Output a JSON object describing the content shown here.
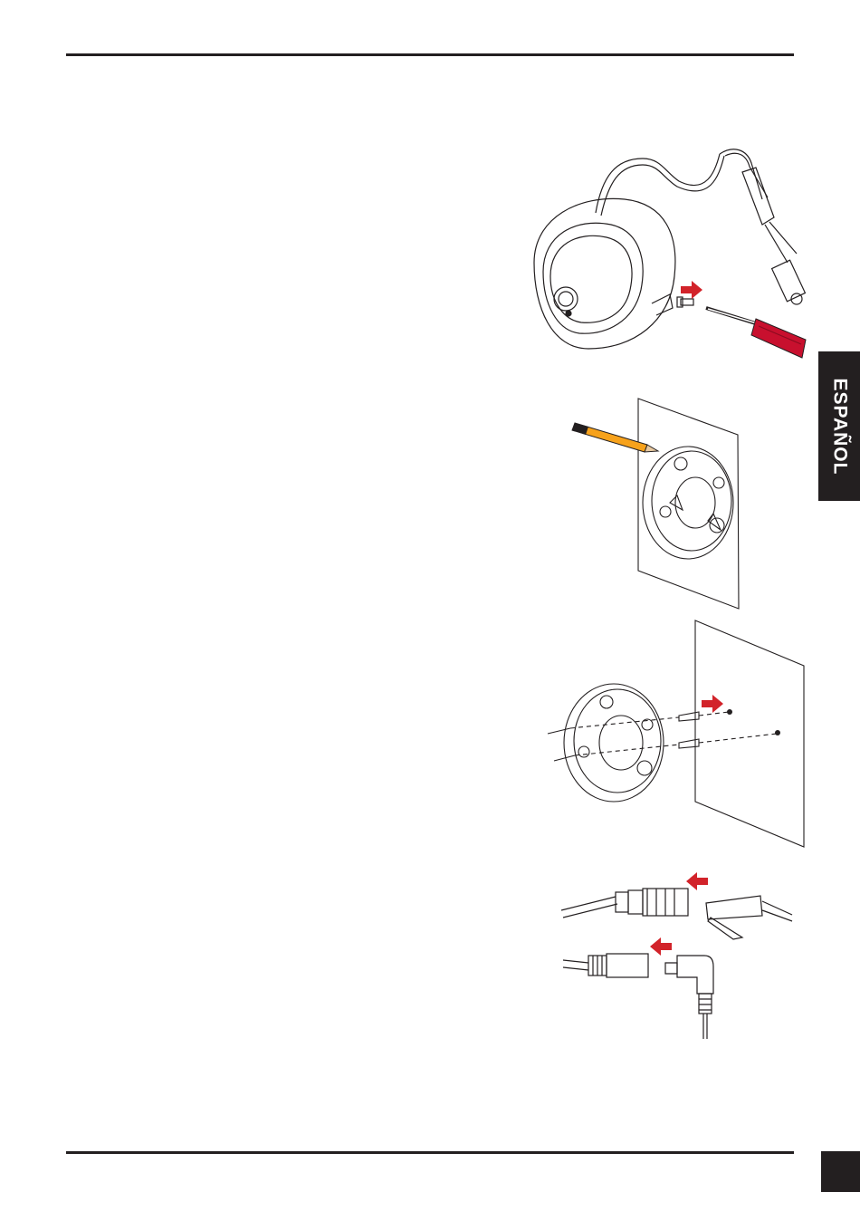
{
  "language_tab": {
    "label": "ESPAÑOL"
  },
  "colors": {
    "accent_arrow": "#d2232a",
    "screwdriver_handle": "#c8102e",
    "pencil": "#f7a21b",
    "line": "#231f20"
  },
  "illustrations": [
    {
      "id": "camera-remove-screw",
      "icon": "dome-camera-screwdriver"
    },
    {
      "id": "mark-holes",
      "icon": "mount-plate-pencil"
    },
    {
      "id": "attach-plate",
      "icon": "mount-plate-anchors-wall"
    },
    {
      "id": "connect-cables",
      "icon": "ethernet-power-connectors"
    }
  ]
}
